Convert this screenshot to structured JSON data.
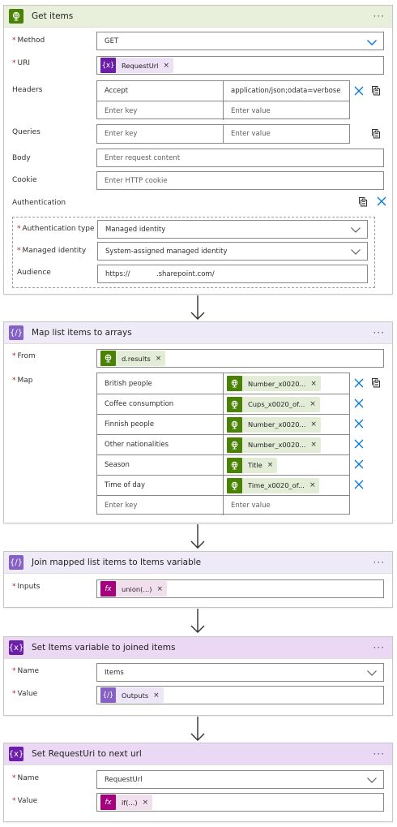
{
  "colors": {
    "green_header": "#e8f0dc",
    "http_icon": "#498205",
    "compose_header": "#eeeaf8",
    "compose_icon": "#8661c5",
    "variable_header": "#ead8f4",
    "variable_icon": "#6b1fa9",
    "expression_icon": "#a4007d",
    "accent_blue": "#0078d4"
  },
  "card1": {
    "title": "Get items",
    "icon": "globe-icon",
    "method_label": "Method",
    "method_value": "GET",
    "uri_label": "URI",
    "uri_token": "RequestUrl",
    "headers_label": "Headers",
    "headers": [
      {
        "key": "Accept",
        "value": "application/json;odata=verbose"
      },
      {
        "key": "Enter key",
        "value": "Enter value"
      }
    ],
    "queries_label": "Queries",
    "queries_key_ph": "Enter key",
    "queries_value_ph": "Enter value",
    "body_label": "Body",
    "body_ph": "Enter request content",
    "cookie_label": "Cookie",
    "cookie_ph": "Enter HTTP cookie",
    "auth_label": "Authentication",
    "auth_type_label": "Authentication type",
    "auth_type_value": "Managed identity",
    "managed_identity_label": "Managed identity",
    "managed_identity_value": "System-assigned managed identity",
    "audience_label": "Audience",
    "audience_value": "https://            .sharepoint.com/"
  },
  "card2": {
    "title": "Map list items to arrays",
    "icon": "braces-icon",
    "from_label": "From",
    "from_token": "d.results",
    "map_label": "Map",
    "map_rows": [
      {
        "key": "British people",
        "token": "Number_x0020..."
      },
      {
        "key": "Coffee consumption",
        "token": "Cups_x0020_of..."
      },
      {
        "key": "Finnish people",
        "token": "Number_x0020..."
      },
      {
        "key": "Other nationalities",
        "token": "Number_x0020..."
      },
      {
        "key": "Season",
        "token": "Title"
      },
      {
        "key": "Time of day",
        "token": "Time_x0020_of..."
      }
    ],
    "map_key_ph": "Enter key",
    "map_value_ph": "Enter value"
  },
  "card3": {
    "title": "Join mapped list items to Items variable",
    "icon": "compose-icon",
    "inputs_label": "Inputs",
    "inputs_token": "union(...)"
  },
  "card4": {
    "title": "Set Items variable to joined items",
    "icon": "variable-icon",
    "name_label": "Name",
    "name_value": "Items",
    "value_label": "Value",
    "value_token": "Outputs"
  },
  "card5": {
    "title": "Set RequestUri to next url",
    "icon": "variable-icon",
    "name_label": "Name",
    "name_value": "RequestUrl",
    "value_label": "Value",
    "value_token": "if(...)"
  },
  "glyphs": {
    "dots": "···",
    "x_var": "{x}",
    "compose": "{∕}",
    "fx": "fx",
    "close": "×"
  }
}
